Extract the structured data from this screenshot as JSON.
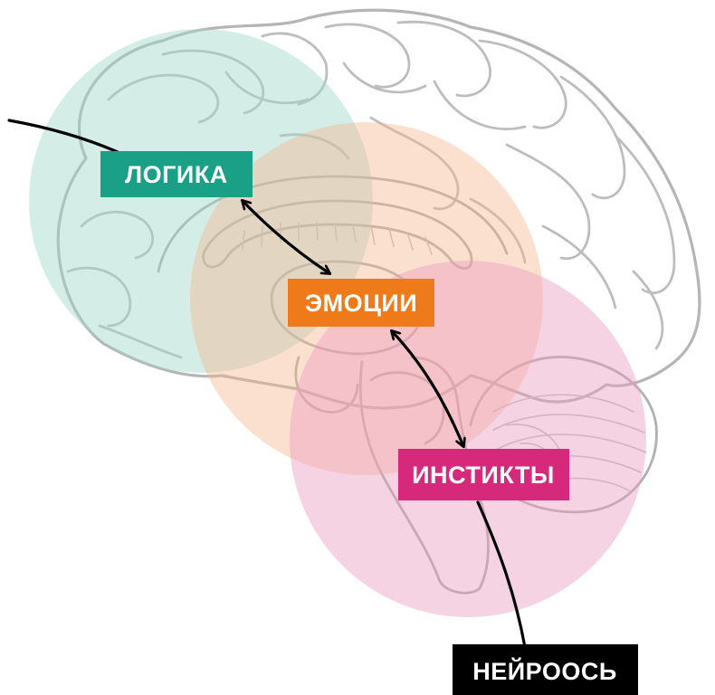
{
  "labels": {
    "logic": "ЛОГИКА",
    "emotions": "ЭМОЦИИ",
    "instincts": "ИНСТИКТЫ",
    "network": "НЕЙРООСЬ"
  },
  "colors": {
    "logic": "#1aa087",
    "emotions": "#ef7a1a",
    "instincts": "#d6297c",
    "network": "#000000",
    "logic_zone": "#9fd6c9",
    "emotions_zone": "#f6c1a1",
    "instincts_zone": "#eea2c2"
  }
}
